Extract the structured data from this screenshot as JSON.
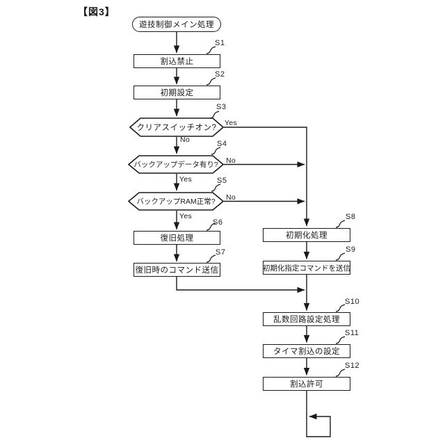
{
  "figure_label": "【図3】",
  "colors": {
    "line": "#1a1a1a",
    "background": "#ffffff"
  },
  "diagram_type": "flowchart",
  "start_node": {
    "label": "遊技制御メイン処理"
  },
  "steps": {
    "s1": {
      "id": "S1",
      "label": "割込禁止",
      "type": "process"
    },
    "s2": {
      "id": "S2",
      "label": "初期設定",
      "type": "process"
    },
    "s3": {
      "id": "S3",
      "label": "クリアスイッチオン?",
      "type": "decision"
    },
    "s4": {
      "id": "S4",
      "label": "バックアップデータ有り?",
      "type": "decision"
    },
    "s5": {
      "id": "S5",
      "label": "バックアップRAM正常?",
      "type": "decision"
    },
    "s6": {
      "id": "S6",
      "label": "復旧処理",
      "type": "process"
    },
    "s7": {
      "id": "S7",
      "label": "復旧時のコマンド送信",
      "type": "process"
    },
    "s8": {
      "id": "S8",
      "label": "初期化処理",
      "type": "process"
    },
    "s9": {
      "id": "S9",
      "label": "初期化指定コマンドを送信",
      "type": "process"
    },
    "s10": {
      "id": "S10",
      "label": "乱数回路設定処理",
      "type": "process"
    },
    "s11": {
      "id": "S11",
      "label": "タイマ割込の設定",
      "type": "process"
    },
    "s12": {
      "id": "S12",
      "label": "割込許可",
      "type": "process"
    }
  },
  "branches": {
    "s3_yes": "Yes",
    "s3_no": "No",
    "s4_no": "No",
    "s4_yes": "Yes",
    "s5_no": "No",
    "s5_yes": "Yes"
  }
}
